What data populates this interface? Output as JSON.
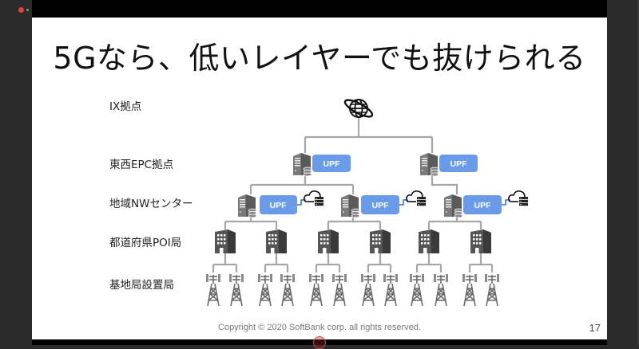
{
  "window": {
    "recording_indicator": "record-icon"
  },
  "slide": {
    "title": "5Gなら、低いレイヤーでも抜けられる",
    "layers": [
      {
        "label": "IX拠点"
      },
      {
        "label": "東西EPC拠点"
      },
      {
        "label": "地域NWセンター"
      },
      {
        "label": "都道府県POI局"
      },
      {
        "label": "基地局設置局"
      }
    ],
    "upf_label": "UPF",
    "footer": "Copyright © 2020 SoftBank corp. all rights reserved.",
    "page_number": "17",
    "colors": {
      "upf_box": "#6a9be8",
      "line": "#a6a6a6",
      "icon_dark": "#404040",
      "link_blue": "#3b6fd4"
    }
  }
}
